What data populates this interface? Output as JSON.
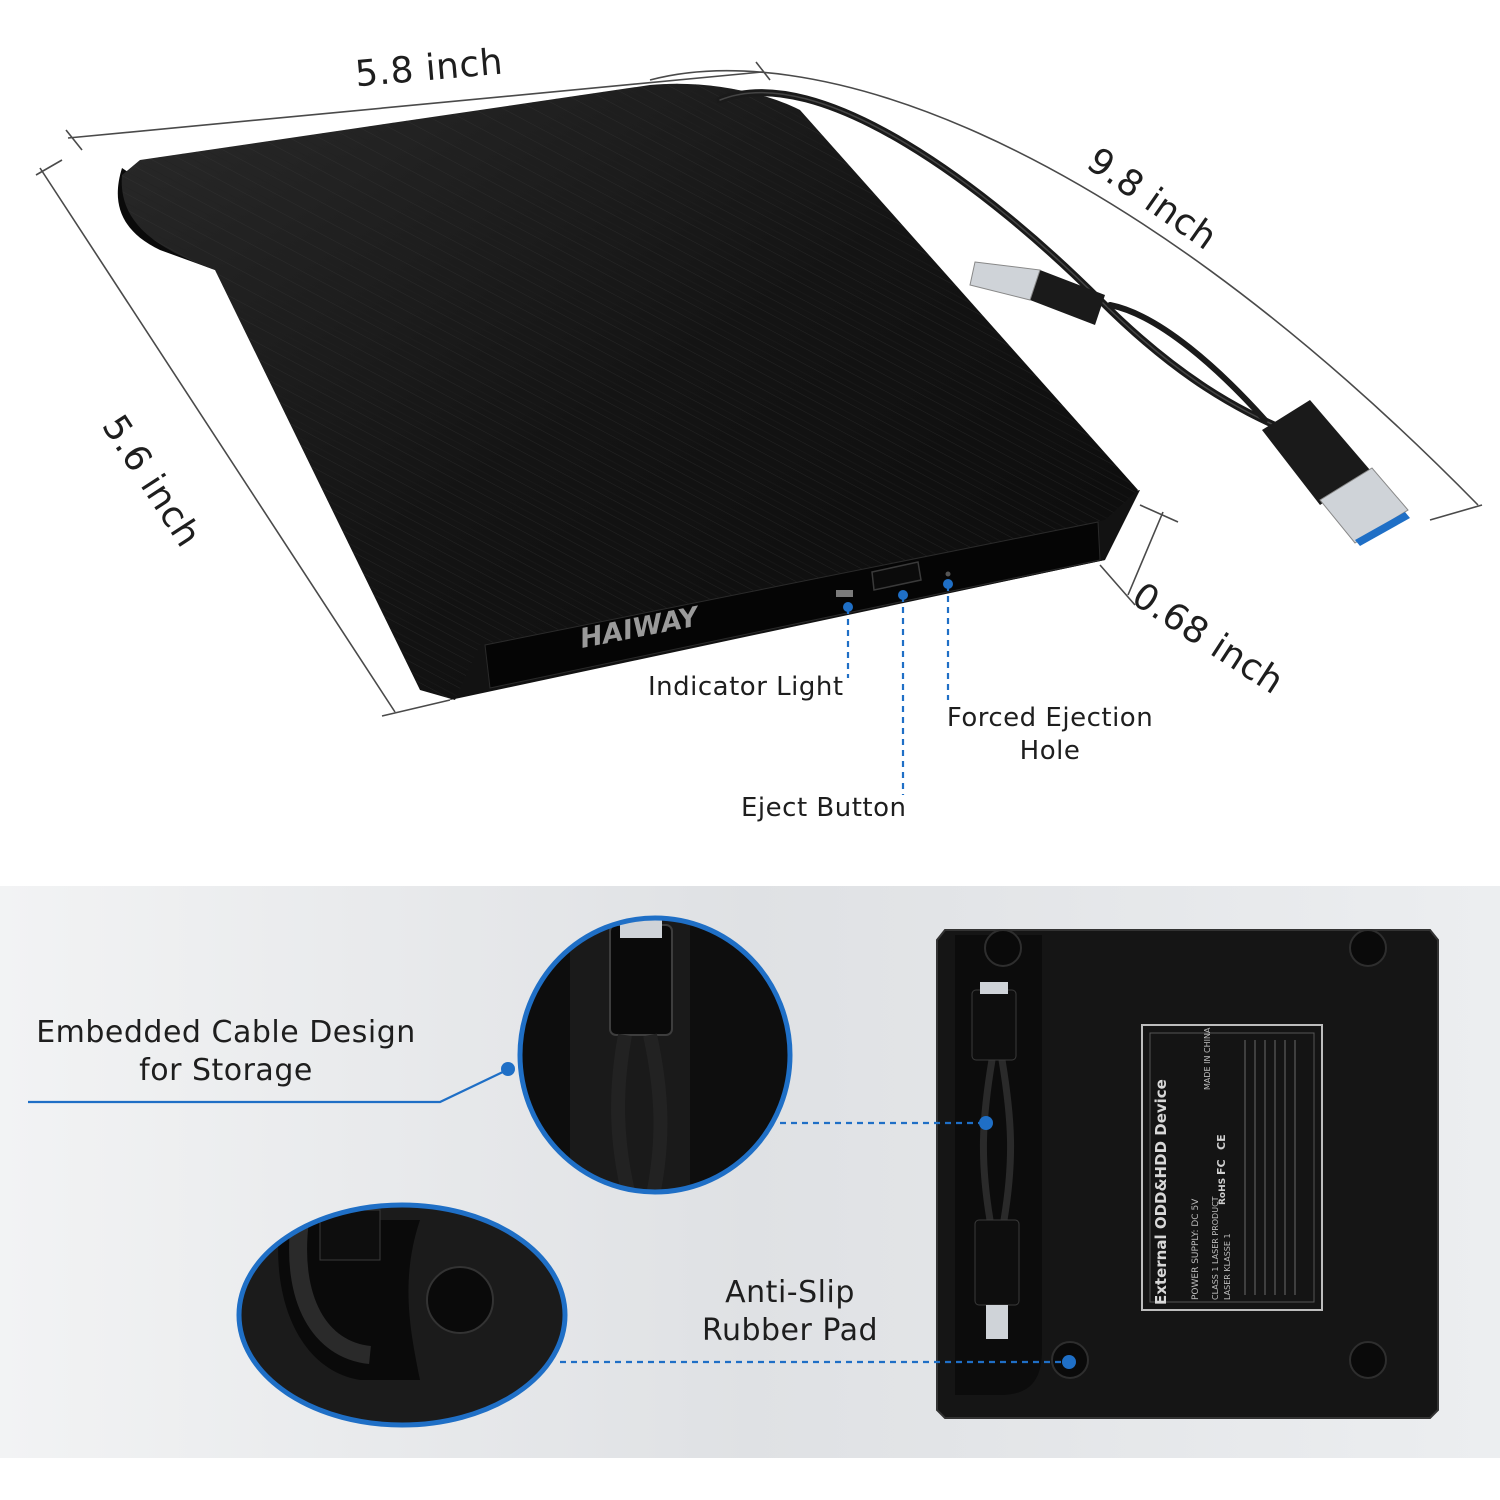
{
  "dimensions": {
    "width": "5.8 inch",
    "length": "9.8 inch",
    "depth": "5.6 inch",
    "height": "0.68 inch"
  },
  "brand": "HAIWAY",
  "callouts": {
    "indicator_light": "Indicator Light",
    "forced_ejection_line1": "Forced Ejection",
    "forced_ejection_line2": "Hole",
    "eject_button": "Eject Button",
    "embedded_cable_line1": "Embedded Cable Design",
    "embedded_cable_line2": "for Storage",
    "anti_slip_line1": "Anti-Slip",
    "anti_slip_line2": "Rubber Pad"
  },
  "bottom_label": {
    "title": "External ODD&HDD Device",
    "power": "POWER SUPPLY: DC 5V",
    "laser_line1": "CLASS 1 LASER PRODUCT",
    "laser_line2": "LASER KLASSE 1",
    "origin": "MADE IN CHINA",
    "certifications": [
      "CE",
      "FC",
      "RoHS"
    ]
  },
  "colors": {
    "accent_blue": "#1f6fc6",
    "device_black": "#141414",
    "panel_gray": "#e7e8ea"
  }
}
